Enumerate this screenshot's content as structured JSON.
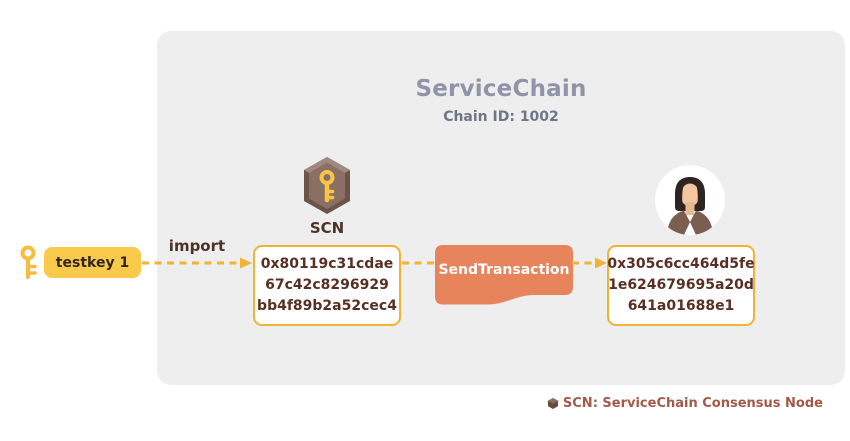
{
  "panel": {
    "title": "ServiceChain",
    "subtitle": "Chain ID: 1002"
  },
  "flow": {
    "testkey_label": "testkey 1",
    "import_label": "import",
    "scn_label": "SCN",
    "address_in": {
      "lines": [
        "0x80119c31cdae",
        "67c42c8296929",
        "bb4f89b2a52cec4"
      ]
    },
    "send_transaction_label": "SendTransaction",
    "address_out": {
      "lines": [
        "0x305c6cc464d5fe",
        "1e624679695a20d",
        "641a01688e1"
      ]
    }
  },
  "footer": {
    "legend": "SCN: ServiceChain Consensus Node"
  },
  "icons": {
    "left_key": "key-icon",
    "scn_node": "cube-key-icon",
    "recipient": "person-avatar",
    "legend_bullet": "cube-bullet-icon"
  },
  "colors": {
    "accent_yellow": "#f2b233",
    "node_yellow_fill": "#f9c94b",
    "salmon": "#e8845c",
    "panel_bg": "#eeeeee",
    "title_gray": "#8f94a8",
    "subtitle_gray": "#6f7488",
    "dark_brown_text": "#4e3226",
    "address_text": "#5a2f23",
    "footer_brown": "#a25a48",
    "cube_brown": "#8a6f65"
  }
}
